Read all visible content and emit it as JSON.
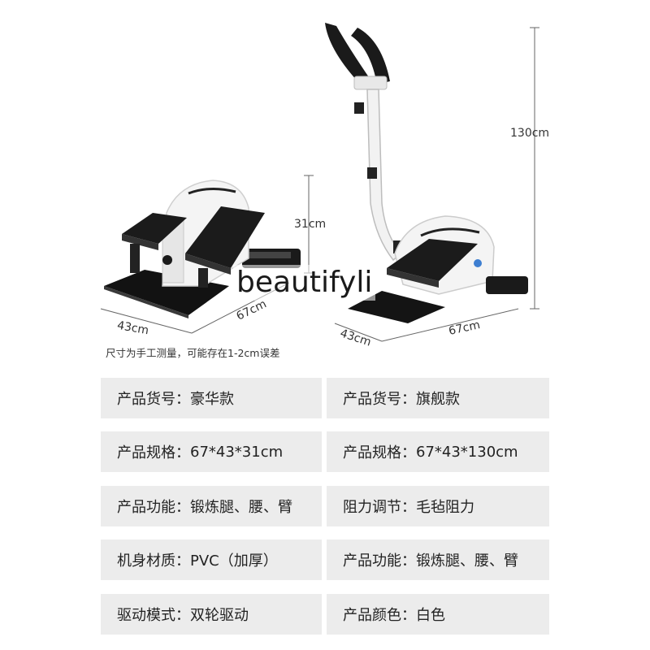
{
  "dimensions": {
    "left_height": "31cm",
    "left_width": "43cm",
    "left_depth": "67cm",
    "right_height": "130cm",
    "right_width": "43cm",
    "right_depth": "67cm"
  },
  "watermark": "beautifyli",
  "note": "尺寸为手工测量，可能存在1-2cm误差",
  "specs": {
    "left": [
      {
        "label": "产品货号：",
        "value": "豪华款"
      },
      {
        "label": "产品规格：",
        "value": "67*43*31cm"
      },
      {
        "label": "产品功能：",
        "value": "锻炼腿、腰、臂"
      },
      {
        "label": "机身材质：",
        "value": "PVC（加厚）"
      },
      {
        "label": "驱动模式：",
        "value": "双轮驱动"
      }
    ],
    "right": [
      {
        "label": "产品货号：",
        "value": "旗舰款"
      },
      {
        "label": "产品规格：",
        "value": "67*43*130cm"
      },
      {
        "label": "阻力调节：",
        "value": "毛毡阻力"
      },
      {
        "label": "产品功能：",
        "value": "锻炼腿、腰、臂"
      },
      {
        "label": "产品颜色：",
        "value": "白色"
      }
    ]
  },
  "colors": {
    "product_body": "#f4f4f4",
    "product_dark": "#1e1e1e",
    "spec_background": "#ececec"
  }
}
